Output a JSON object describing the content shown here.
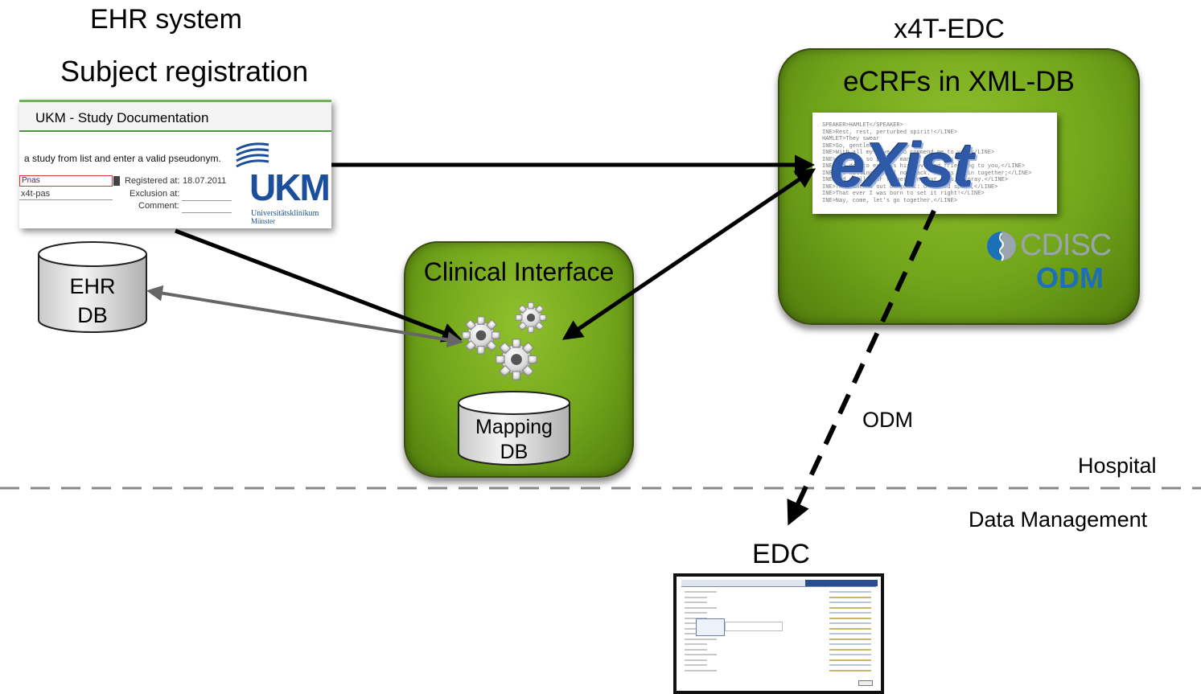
{
  "titles": {
    "ehr_system": "EHR system",
    "subject_registration": "Subject registration",
    "x4t_edc": "x4T-EDC",
    "edc": "EDC"
  },
  "ukm_screen": {
    "header": "UKM - Study Documentation",
    "instruction": "a study from list and enter a valid pseudonym.",
    "study_select": "Pnas",
    "pseudonym_value": "x4t-pas",
    "registered_label": "Registered at:",
    "registered_value": "18.07.2011",
    "exclusion_label": "Exclusion at:",
    "comment_label": "Comment:",
    "logo_text": "UKM",
    "logo_sub1": "Universitätsklinikum",
    "logo_sub2": "Münster"
  },
  "ehr_db": {
    "line1": "EHR",
    "line2": "DB"
  },
  "clinical_interface": {
    "title": "Clinical Interface",
    "mapping_db_line1": "Mapping",
    "mapping_db_line2": "DB"
  },
  "xml_db": {
    "title": "eCRFs in XML-DB",
    "exist_logo": "eXist",
    "cdisc_text": "CDISC",
    "odm_text": "ODM"
  },
  "exist_code_lines": [
    "SPEAKER>HAMLET</SPEAKER>",
    "INE>Rest, rest, perturbed spirit!</LINE>",
    "HAMLET>They swear",
    "INE>So, gentlemen,",
    "INE>With all my love I do commend me to you.</LINE>",
    "INE>And what so poor a man as Hamlet is",
    "INE>May do, to express his love and friending to you,</LINE>",
    "INE>God willing, shall not lack. Let us go in together;</LINE>",
    "INE>And still your fingers on your lips, I pray.</LINE>",
    "INE>The time is out of joint: O cursed spite,</LINE>",
    "INE>That ever I was born to set it right!</LINE>",
    "INE>Nay, come, let's go together.</LINE>"
  ],
  "labels": {
    "odm": "ODM",
    "hospital": "Hospital",
    "data_management": "Data Management"
  },
  "colors": {
    "green": "#72a51b",
    "green_border": "#3c4d12",
    "cdisc_gray": "#9aa4ad",
    "odm_blue": "#1d6fb8",
    "ukm_blue": "#1b4f9c",
    "separator": "#888888"
  }
}
